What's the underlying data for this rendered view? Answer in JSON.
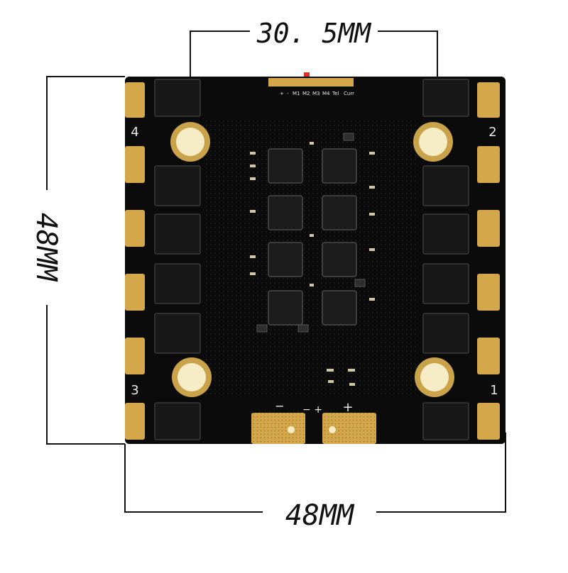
{
  "dimensions": {
    "top_label": "30. 5MM",
    "left_label": "48MM",
    "bottom_label": "48MM"
  },
  "board": {
    "motor_labels": [
      "4",
      "2",
      "3",
      "1"
    ],
    "power_minus": "−",
    "power_minus_small": "− +",
    "power_plus": "+",
    "header_pins": [
      "+",
      "-",
      "M1",
      "M2",
      "M3",
      "M4",
      "Tel",
      "Curr"
    ]
  },
  "colors": {
    "pcb": "#0b0b0b",
    "gold": "#d4a84a",
    "chip": "#181818",
    "hole": "#f3e6b8",
    "line": "#111111"
  }
}
